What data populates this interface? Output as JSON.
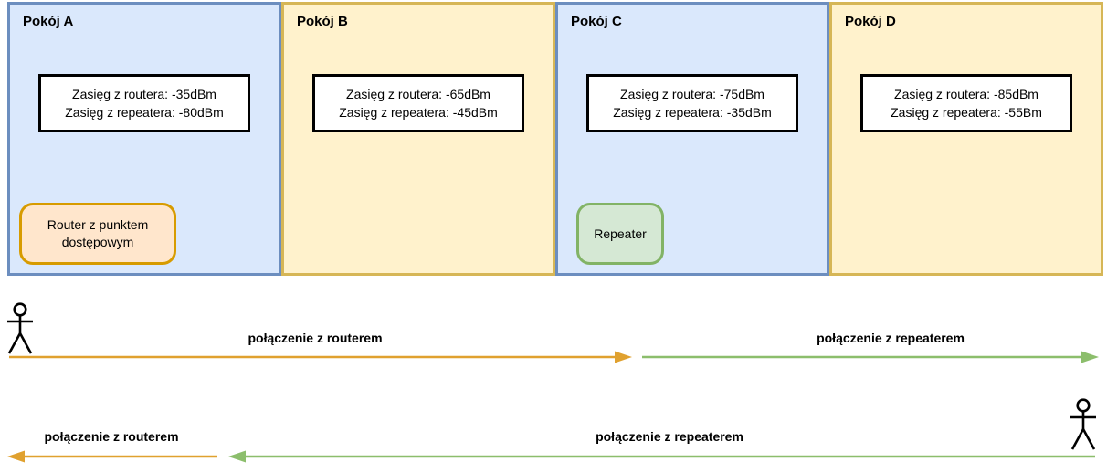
{
  "diagram": {
    "rooms": [
      {
        "title": "Pokój A",
        "theme": "blue",
        "signal_box": {
          "line1": "Zasięg z routera: -35dBm",
          "line2": "Zasięg z repeatera: -80dBm"
        },
        "device": {
          "label": "Router z punktem dostępowym",
          "theme": "orange"
        }
      },
      {
        "title": "Pokój B",
        "theme": "yellow",
        "signal_box": {
          "line1": "Zasięg z routera: -65dBm",
          "line2": "Zasięg z repeatera: -45dBm"
        }
      },
      {
        "title": "Pokój C",
        "theme": "blue",
        "signal_box": {
          "line1": "Zasięg z routera: -75dBm",
          "line2": "Zasięg z repeatera: -35dBm"
        },
        "device": {
          "label": "Repeater",
          "theme": "green"
        }
      },
      {
        "title": "Pokój D",
        "theme": "yellow",
        "signal_box": {
          "line1": "Zasięg z routera: -85dBm",
          "line2": "Zasięg z repeatera: -55Bm"
        }
      }
    ],
    "connections": [
      {
        "row": 1,
        "label": "połączenie z routerem",
        "color_name": "orange",
        "direction": "right"
      },
      {
        "row": 1,
        "label": "połączenie z repeaterem",
        "color_name": "green",
        "direction": "right"
      },
      {
        "row": 2,
        "label": "połączenie z routerem",
        "color_name": "orange",
        "direction": "left"
      },
      {
        "row": 2,
        "label": "połączenie z repeaterem",
        "color_name": "green",
        "direction": "left"
      }
    ],
    "colors": {
      "room_blue_fill": "#dae8fc",
      "room_blue_border": "#6c8ebf",
      "room_yellow_fill": "#fff2cc",
      "room_yellow_border": "#d6b656",
      "router_fill": "#ffe6cc",
      "router_border": "#d79b00",
      "repeater_fill": "#d5e8d4",
      "repeater_border": "#82b366",
      "arrow_orange": "#e0a12f",
      "arrow_green": "#8cbe6c",
      "actor": "#000000"
    }
  }
}
